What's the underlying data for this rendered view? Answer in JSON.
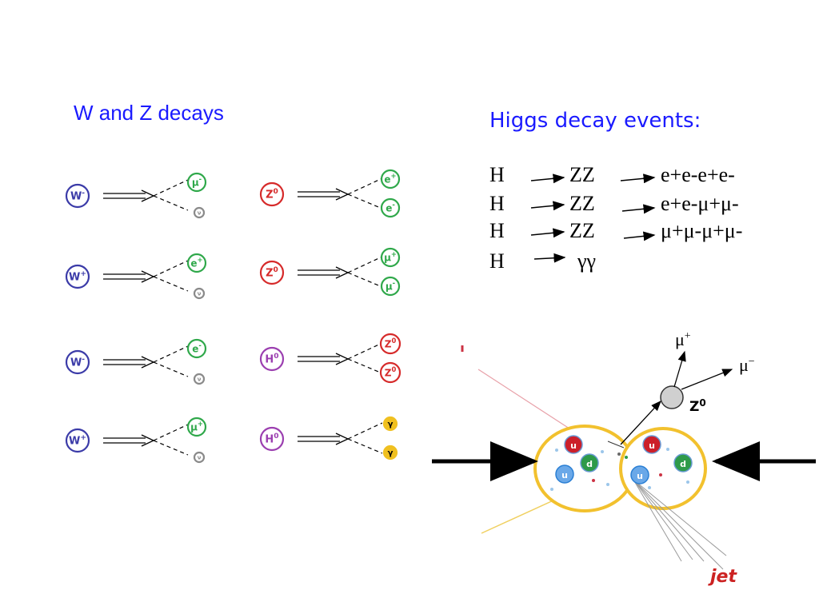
{
  "left_title": "W and Z decays",
  "right_title": "Higgs decay events:",
  "reactions": [
    {
      "parent": "H",
      "intermediate": "ZZ",
      "final": "e+e-e+e-"
    },
    {
      "parent": "H",
      "intermediate": "ZZ",
      "final": "e+e-μ+μ-"
    },
    {
      "parent": "H",
      "intermediate": "ZZ",
      "final": "μ+μ-μ+μ-"
    },
    {
      "parent": "H",
      "intermediate": "γγ",
      "final": ""
    }
  ],
  "w_decays": [
    {
      "parent": "W",
      "parent_sup": "-",
      "product1": "μ",
      "product1_sup": "-",
      "product2": "ν"
    },
    {
      "parent": "W",
      "parent_sup": "+",
      "product1": "e",
      "product1_sup": "+",
      "product2": "ν"
    },
    {
      "parent": "W",
      "parent_sup": "-",
      "product1": "e",
      "product1_sup": "-",
      "product2": "ν"
    },
    {
      "parent": "W",
      "parent_sup": "+",
      "product1": "μ",
      "product1_sup": "+",
      "product2": "ν"
    }
  ],
  "zh_decays": [
    {
      "parent": "Z",
      "parent_sup": "0",
      "product1": "e",
      "product1_sup": "+",
      "product2": "e",
      "product2_sup": "-"
    },
    {
      "parent": "Z",
      "parent_sup": "0",
      "product1": "μ",
      "product1_sup": "+",
      "product2": "μ",
      "product2_sup": "-"
    },
    {
      "parent": "H",
      "parent_sup": "0",
      "product1": "Z",
      "product1_sup": "0",
      "product2": "Z",
      "product2_sup": "0"
    },
    {
      "parent": "H",
      "parent_sup": "0",
      "product1": "γ",
      "product1_sup": "",
      "product2": "γ",
      "product2_sup": ""
    }
  ],
  "collision": {
    "quark_u": "u",
    "quark_d": "d",
    "z_label": "Z",
    "z_sup": "0",
    "mu_plus": "μ",
    "mu_plus_sup": "+",
    "mu_minus": "μ",
    "mu_minus_sup": "−",
    "jet_label": "jet"
  },
  "colors": {
    "title": "#1a1aff",
    "w_boson": "#3b3ba8",
    "z_boson": "#d62a2a",
    "higgs": "#9b3fb0",
    "lepton": "#2fa84a",
    "neutrino": "#8a8a8a",
    "photon": "#f0c020",
    "quark_u": "#2a7fd4",
    "quark_d": "#2e9a4a",
    "quark_red": "#cc1f2a",
    "proton": "#f2c12e"
  }
}
